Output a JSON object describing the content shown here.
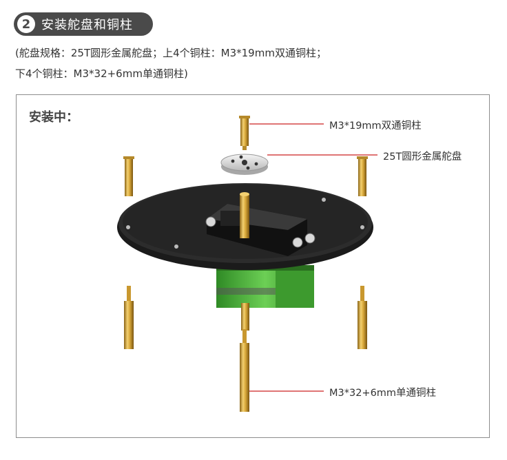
{
  "header": {
    "step_number": "2",
    "step_title": "安装舵盘和铜柱"
  },
  "spec": {
    "line1": "(舵盘规格：25T圆形金属舵盘；上4个铜柱：M3*19mm双通铜柱；",
    "line2": "下4个铜柱：M3*32+6mm单通铜柱)"
  },
  "panel": {
    "title": "安装中："
  },
  "callouts": {
    "top_standoff": "M3*19mm双通铜柱",
    "servo_horn": "25T圆形金属舵盘",
    "bottom_standoff": "M3*32+6mm单通铜柱"
  },
  "colors": {
    "pill_bg": "#4a4a4a",
    "leader_line": "#cc2222",
    "brass": "#d8a83a",
    "plate": "#1e1e1e",
    "servo_green": "#4cae3a"
  }
}
